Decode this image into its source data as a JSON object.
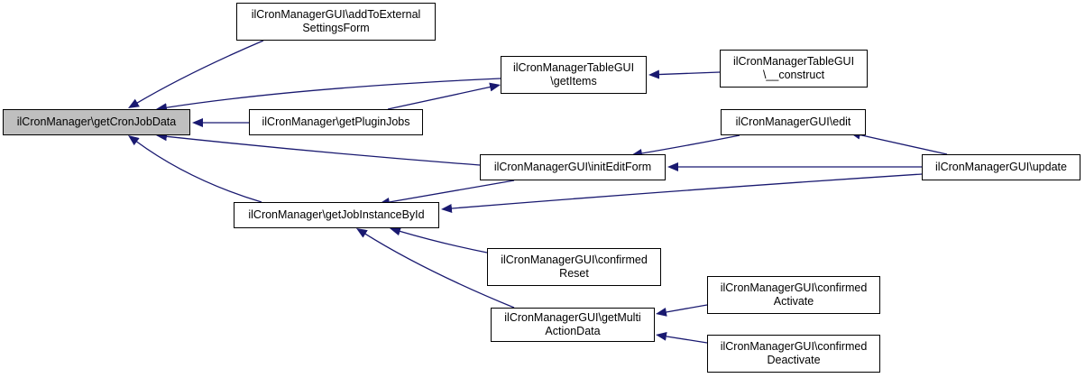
{
  "colors": {
    "edge": "#191970",
    "root_fill": "#bfbfbf",
    "node_fill": "#ffffff",
    "border": "#000000"
  },
  "nodes": [
    {
      "id": "getCronJobData",
      "lines": [
        "ilCronManager\\getCronJobData"
      ],
      "root": true
    },
    {
      "id": "addToExternal",
      "lines": [
        "ilCronManagerGUI\\addToExternal",
        "SettingsForm"
      ]
    },
    {
      "id": "tableGetItems",
      "lines": [
        "ilCronManagerTableGUI",
        "\\getItems"
      ]
    },
    {
      "id": "tableConstruct",
      "lines": [
        "ilCronManagerTableGUI",
        "\\__construct"
      ]
    },
    {
      "id": "getPluginJobs",
      "lines": [
        "ilCronManager\\getPluginJobs"
      ]
    },
    {
      "id": "edit",
      "lines": [
        "ilCronManagerGUI\\edit"
      ]
    },
    {
      "id": "initEditForm",
      "lines": [
        "ilCronManagerGUI\\initEditForm"
      ]
    },
    {
      "id": "update",
      "lines": [
        "ilCronManagerGUI\\update"
      ]
    },
    {
      "id": "getJobInstanceById",
      "lines": [
        "ilCronManager\\getJobInstanceById"
      ]
    },
    {
      "id": "confirmedReset",
      "lines": [
        "ilCronManagerGUI\\confirmed",
        "Reset"
      ]
    },
    {
      "id": "getMultiActionData",
      "lines": [
        "ilCronManagerGUI\\getMulti",
        "ActionData"
      ]
    },
    {
      "id": "confirmedActivate",
      "lines": [
        "ilCronManagerGUI\\confirmed",
        "Activate"
      ]
    },
    {
      "id": "confirmedDeactivate",
      "lines": [
        "ilCronManagerGUI\\confirmed",
        "Deactivate"
      ]
    }
  ],
  "edges": [
    {
      "from": "addToExternal",
      "to": "getCronJobData"
    },
    {
      "from": "tableGetItems",
      "to": "getCronJobData"
    },
    {
      "from": "getPluginJobs",
      "to": "getCronJobData"
    },
    {
      "from": "initEditForm",
      "to": "getCronJobData"
    },
    {
      "from": "getJobInstanceById",
      "to": "getCronJobData"
    },
    {
      "from": "getPluginJobs",
      "to": "tableGetItems"
    },
    {
      "from": "tableConstruct",
      "to": "tableGetItems"
    },
    {
      "from": "edit",
      "to": "initEditForm"
    },
    {
      "from": "update",
      "to": "initEditForm"
    },
    {
      "from": "update",
      "to": "edit"
    },
    {
      "from": "initEditForm",
      "to": "getJobInstanceById"
    },
    {
      "from": "update",
      "to": "getJobInstanceById"
    },
    {
      "from": "confirmedReset",
      "to": "getJobInstanceById"
    },
    {
      "from": "getMultiActionData",
      "to": "getJobInstanceById"
    },
    {
      "from": "confirmedActivate",
      "to": "getMultiActionData"
    },
    {
      "from": "confirmedDeactivate",
      "to": "getMultiActionData"
    }
  ]
}
